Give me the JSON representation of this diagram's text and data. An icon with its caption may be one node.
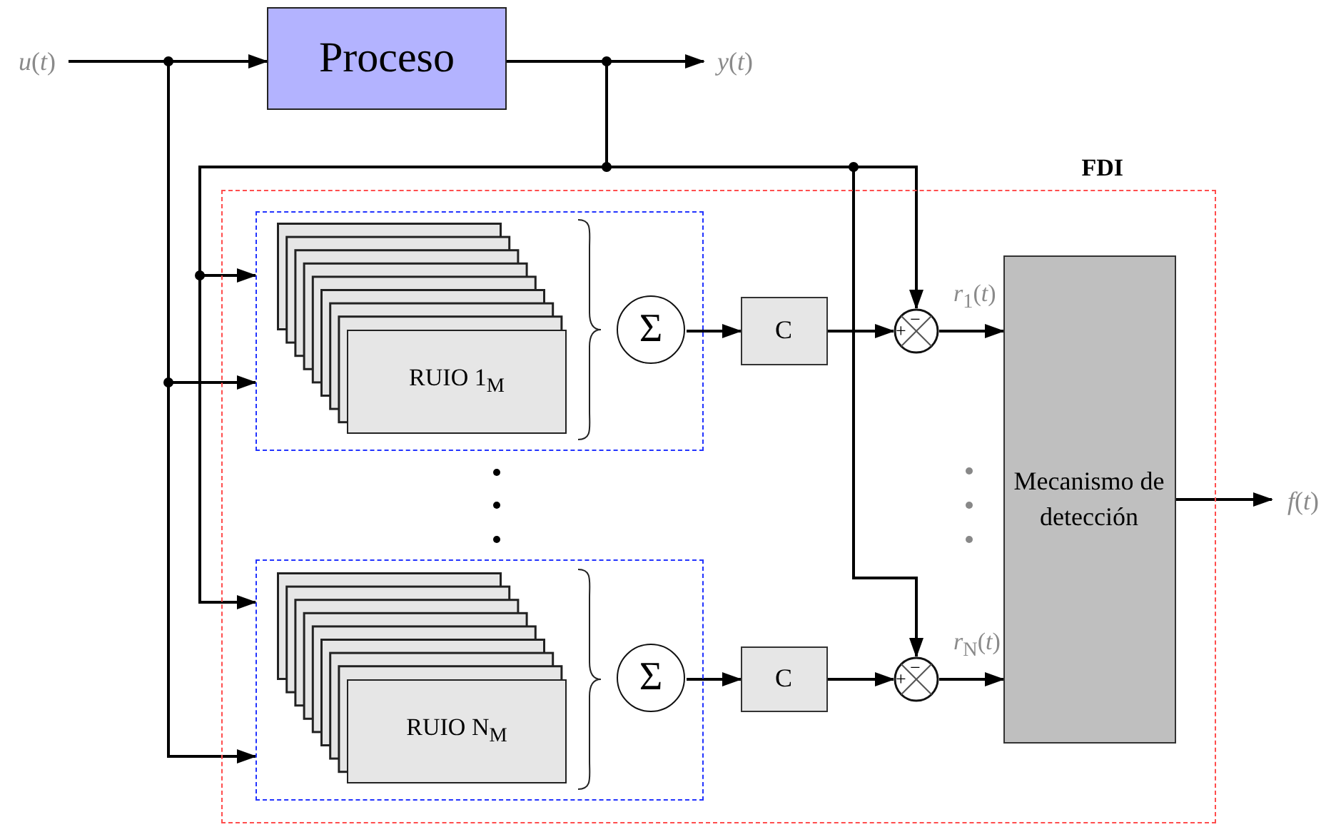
{
  "diagram": {
    "nodes": [
      {
        "text": [
          "*u*(*t*)"
        ]
      },
      {
        "text": [
          "Proceso"
        ]
      },
      {
        "text": [
          "*y*(*t*)"
        ]
      },
      {
        "text": [
          "FDI"
        ]
      },
      {
        "text": [],
        "shape": "box",
        "in": 3
      },
      {
        "text": [
          "RUIO 1$_{M}$"
        ],
        "in": 4
      },
      {
        "text": [
          "Σ"
        ],
        "in": 4
      },
      {
        "text": [],
        "shape": "box",
        "in": 3
      },
      {
        "text": [
          "RUIO N$_{M}$"
        ],
        "in": 7
      },
      {
        "text": [
          "Σ"
        ],
        "in": 7
      },
      {
        "text": [
          "C"
        ],
        "in": 3
      },
      {
        "text": [
          "C"
        ],
        "in": 3
      },
      {
        "text": [
          "+",
          "−"
        ],
        "in": 3
      },
      {
        "text": [
          "+",
          "−"
        ],
        "in": 3
      },
      {
        "text": [
          "Mecanismo de detección"
        ],
        "in": 3
      },
      {
        "text": [
          "*f*(*t*)"
        ]
      }
    ],
    "edges": [
      {
        "from": 0,
        "to": 1,
        "arrow": "to"
      },
      {
        "from": 1,
        "to": 2,
        "arrow": "to"
      },
      {
        "from": 0,
        "to": 4,
        "arrow": "to"
      },
      {
        "from": 0,
        "to": 7,
        "arrow": "to"
      },
      {
        "from": 1,
        "to": 4,
        "arrow": "to"
      },
      {
        "from": 1,
        "to": 7,
        "arrow": "to"
      },
      {
        "from": 1,
        "to": 12,
        "arrow": "to"
      },
      {
        "from": 1,
        "to": 13,
        "arrow": "to"
      },
      {
        "from": 6,
        "to": 10,
        "arrow": "to"
      },
      {
        "from": 9,
        "to": 11,
        "arrow": "to"
      },
      {
        "from": 10,
        "to": 12,
        "arrow": "to"
      },
      {
        "from": 11,
        "to": 13,
        "arrow": "to"
      },
      {
        "from": 12,
        "to": 14,
        "arrow": "to",
        "label": "*r*$_{1}$(*t*)"
      },
      {
        "from": 13,
        "to": 14,
        "arrow": "to",
        "label": "*r*$_{N}$(*t*)"
      },
      {
        "from": 14,
        "to": 15,
        "arrow": "to"
      }
    ]
  }
}
